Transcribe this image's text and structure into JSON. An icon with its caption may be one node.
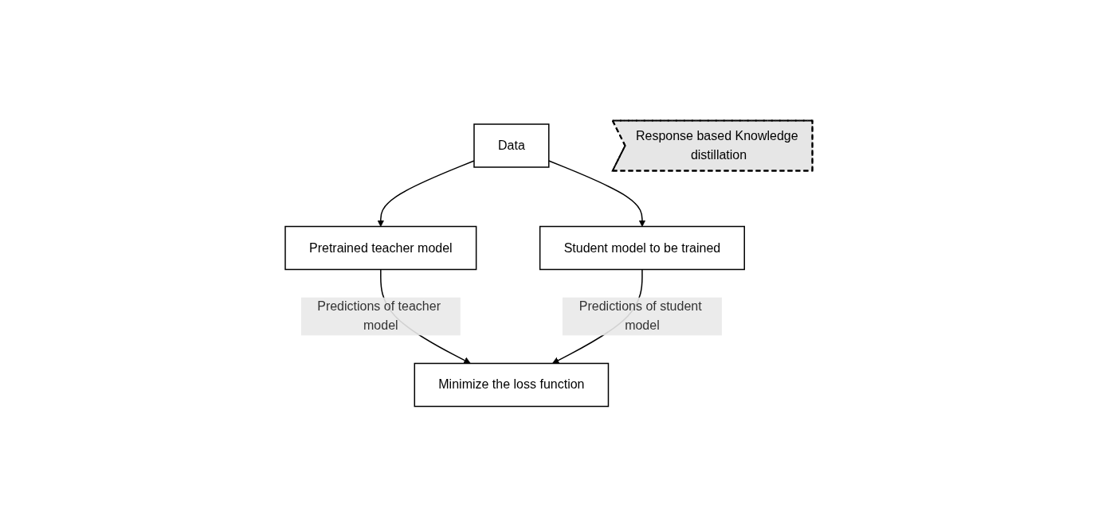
{
  "diagram": {
    "nodes": [
      {
        "text": [
          "Data"
        ]
      },
      {
        "text": [
          "Pretrained teacher model"
        ]
      },
      {
        "text": [
          "Student model to be trained"
        ]
      },
      {
        "text": [
          "Response based Knowledge distillation"
        ]
      },
      {
        "text": [
          "Minimize the loss function"
        ]
      }
    ],
    "edges": [
      {
        "from": 0,
        "to": 1,
        "arrow": "to"
      },
      {
        "from": 0,
        "to": 2,
        "arrow": "to"
      },
      {
        "from": 1,
        "to": 4,
        "arrow": "to",
        "label": "Predictions of teacher model"
      },
      {
        "from": 2,
        "to": 4,
        "arrow": "to",
        "label": "Predictions of student model"
      }
    ]
  }
}
